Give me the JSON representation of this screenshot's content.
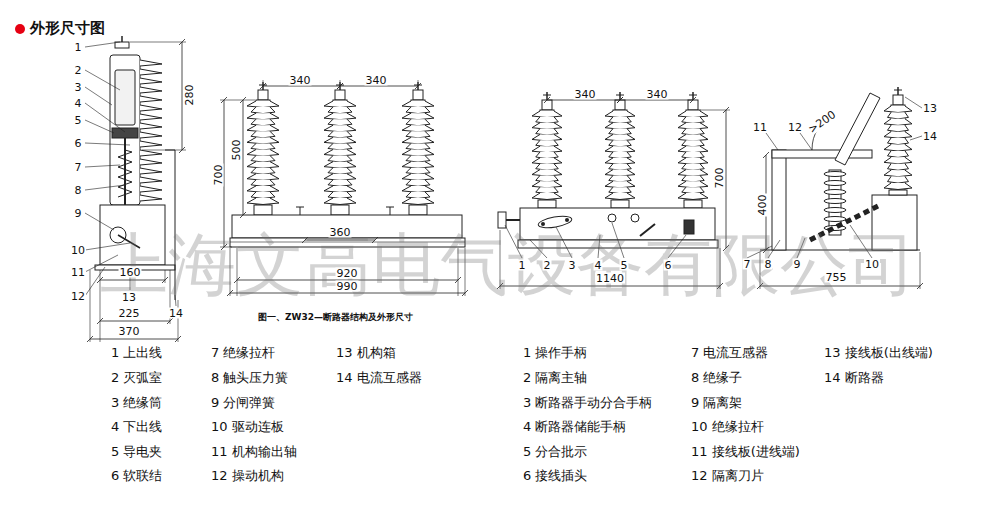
{
  "diagram": {
    "title": "外形尺寸图",
    "caption": "图一、ZW32—断路器结构及外形尺寸",
    "labels": [
      "1",
      "2",
      "3",
      "4",
      "5",
      "6",
      "7",
      "8",
      "9",
      "10",
      "11",
      "12",
      "13",
      "14",
      "280",
      "160",
      "225",
      "370",
      "340",
      "340",
      "500",
      "700",
      "360",
      "920",
      "990",
      "340",
      "340",
      "700",
      "1",
      "2",
      "3",
      "4",
      "5",
      "6",
      "1140",
      "11",
      "12",
      ">200",
      "13",
      "14",
      "400",
      "7",
      "8",
      "9",
      "10",
      "755",
      "1 上出线",
      "2 灭弧室",
      "3 绝缘筒",
      "4 下出线",
      "5 导电夹",
      "6 软联结",
      "7 绝缘拉杆",
      "8 触头压力簧",
      "9 分闸弹簧",
      "10 驱动连板",
      "11 机构输出轴",
      "12 操动机构",
      "13 机构箱",
      "14 电流互感器",
      "1 操作手柄",
      "2 隔离主轴",
      "3 断路器手动分合手柄",
      "4 断路器储能手柄",
      "5 分合批示",
      "6 接线插头",
      "7 电流互感器",
      "8 绝缘子",
      "9 隔离架",
      "10 绝缘拉杆",
      "11 接线板(进线端)",
      "12 隔离刀片",
      "13 接线板(出线端)",
      "14 断路器",
      "上海文高电气设备有限公司"
    ]
  }
}
